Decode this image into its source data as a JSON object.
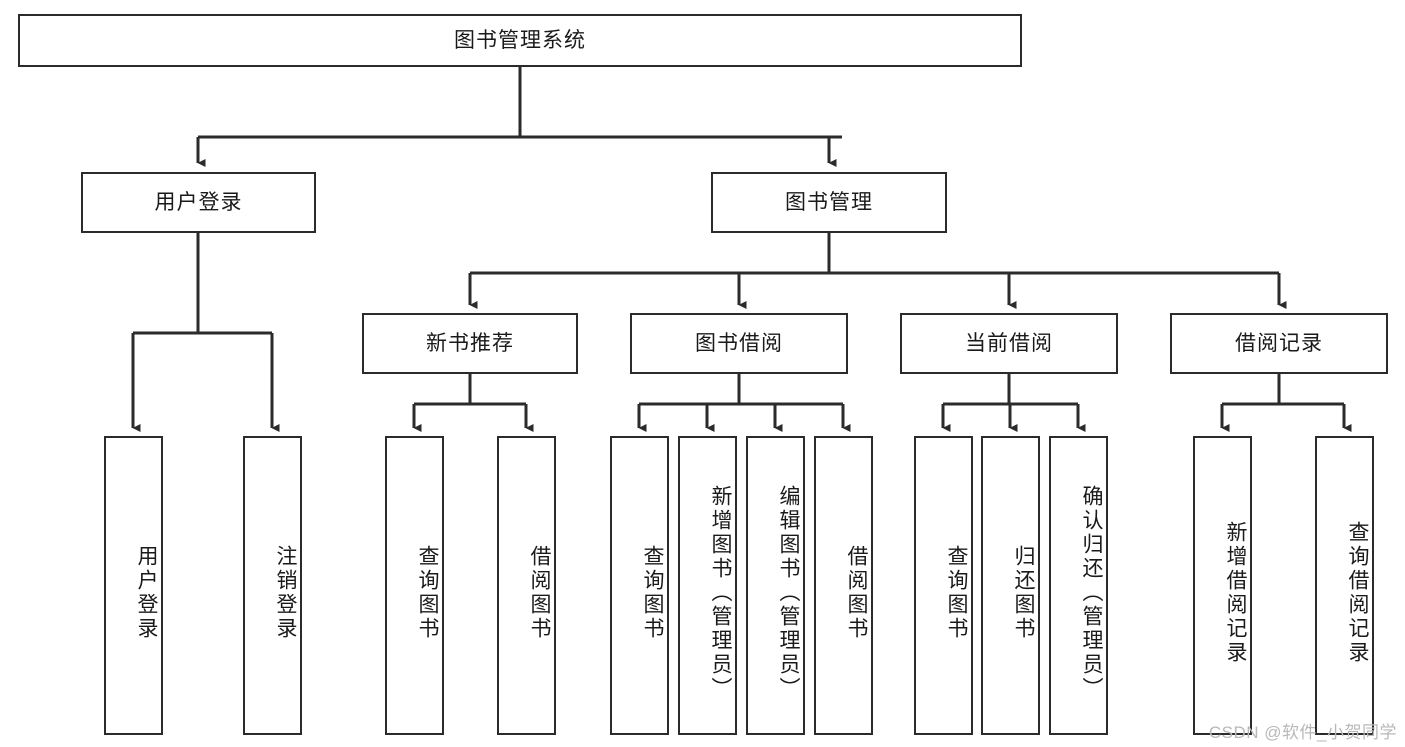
{
  "diagram": {
    "title": "图书管理系统",
    "type": "tree-hierarchy-diagram",
    "colors": {
      "box_border": "#2b2b2b",
      "box_fill": "#ffffff",
      "connector": "#2b2b2b",
      "text": "#1a1a1a",
      "watermark": "#b8b8b8",
      "background": "#ffffff"
    },
    "root": {
      "label": "图书管理系统"
    },
    "level2": [
      {
        "label": "用户登录"
      },
      {
        "label": "图书管理"
      }
    ],
    "level3": [
      {
        "label": "新书推荐"
      },
      {
        "label": "图书借阅"
      },
      {
        "label": "当前借阅"
      },
      {
        "label": "借阅记录"
      }
    ],
    "leaves": {
      "user_login": [
        {
          "label": "用户登录"
        },
        {
          "label": "注销登录"
        }
      ],
      "new_book_recommend": [
        {
          "label": "查询图书"
        },
        {
          "label": "借阅图书"
        }
      ],
      "book_borrow": [
        {
          "label": "查询图书"
        },
        {
          "label": "新增图书（管理员）"
        },
        {
          "label": "编辑图书（管理员）"
        },
        {
          "label": "借阅图书"
        }
      ],
      "current_borrow": [
        {
          "label": "查询图书"
        },
        {
          "label": "归还图书"
        },
        {
          "label": "确认归还（管理员）"
        }
      ],
      "borrow_record": [
        {
          "label": "新增借阅记录"
        },
        {
          "label": "查询借阅记录"
        }
      ]
    }
  },
  "watermark": {
    "text": "CSDN @软件_小贺同学"
  }
}
